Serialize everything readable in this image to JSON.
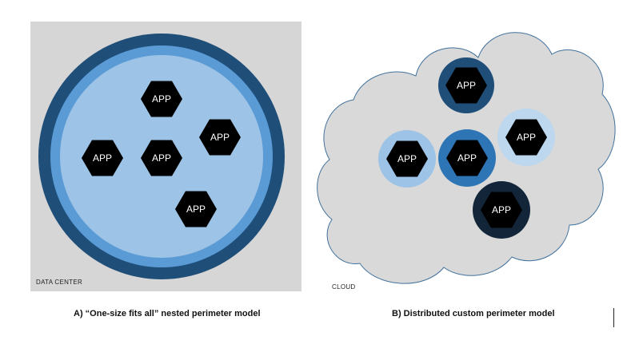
{
  "panel_a": {
    "region_label": "DATA CENTER",
    "caption": "A) “One-size fits all” nested perimeter model",
    "apps": [
      "APP",
      "APP",
      "APP",
      "APP",
      "APP"
    ]
  },
  "panel_b": {
    "region_label": "CLOUD",
    "caption": "B) Distributed custom perimeter model",
    "apps": [
      "APP",
      "APP",
      "APP",
      "APP",
      "APP"
    ]
  },
  "colors": {
    "datacenter_bg": "#d6d6d6",
    "outer_ring": "#1f4e79",
    "middle_ring": "#5b9bd5",
    "inner_fill": "#9dc3e6",
    "cloud_fill": "#d9d9d9",
    "cloud_stroke": "#41719c",
    "hex_fill": "#000000",
    "perimeter_dark_navy": "#1f4e79",
    "perimeter_medium_blue": "#2e75b6",
    "perimeter_light_blue": "#9dc3e6",
    "perimeter_pale_blue": "#bdd7ee",
    "perimeter_darkest": "#132538"
  }
}
